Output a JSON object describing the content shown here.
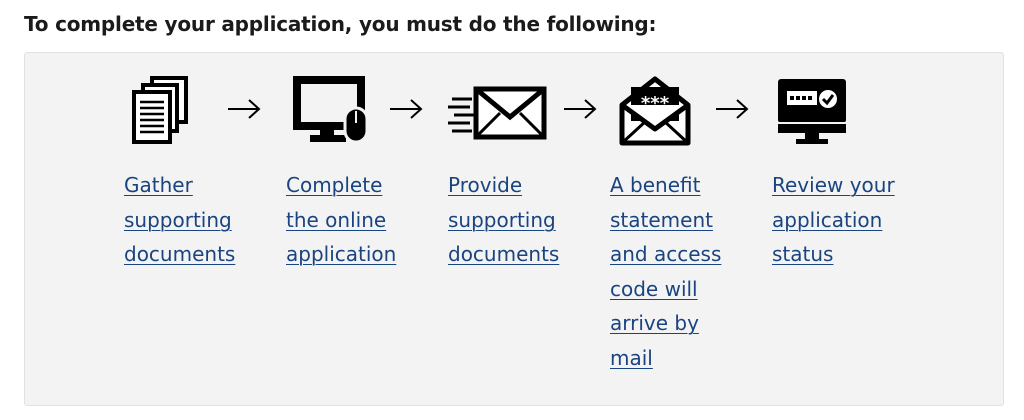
{
  "heading": "To complete your application, you must do the following:",
  "colors": {
    "link": "#1a4480",
    "panel_bg": "#f3f3f3",
    "icon": "#000000"
  },
  "steps": [
    {
      "icon": "documents-icon",
      "label": "Gather supporting documents",
      "lines": [
        "Gather",
        "supporting",
        "documents"
      ]
    },
    {
      "icon": "computer-icon",
      "label": "Complete the online application",
      "lines": [
        "Complete",
        "the online",
        "application"
      ]
    },
    {
      "icon": "sending-mail-icon",
      "label": "Provide supporting documents",
      "lines": [
        "Provide",
        "supporting",
        "documents"
      ]
    },
    {
      "icon": "opened-letter-icon",
      "label": "A benefit statement and access code will arrive by mail",
      "lines": [
        "A benefit",
        "statement",
        "and access",
        "code will",
        "arrive by",
        "mail"
      ]
    },
    {
      "icon": "status-monitor-icon",
      "label": "Review your application status",
      "lines": [
        "Review your",
        "application",
        "status"
      ]
    }
  ],
  "arrow_glyph": "→"
}
